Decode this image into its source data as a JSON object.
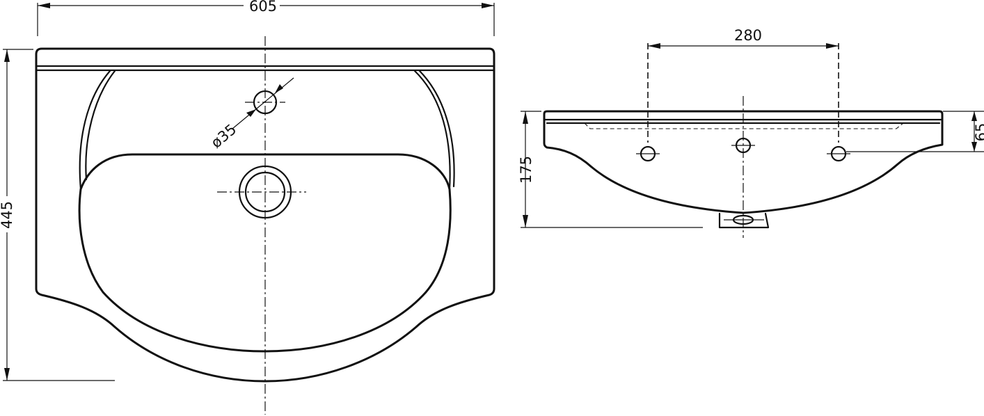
{
  "drawing": {
    "colors": {
      "line": "#111111",
      "background": "#ffffff"
    },
    "top_view": {
      "width_dimension": "605",
      "depth_dimension": "445",
      "tap_hole_dimension": "ø35"
    },
    "front_view": {
      "hole_spacing_dimension": "280",
      "height_dimension": "175",
      "hole_height_dimension": "65"
    }
  }
}
